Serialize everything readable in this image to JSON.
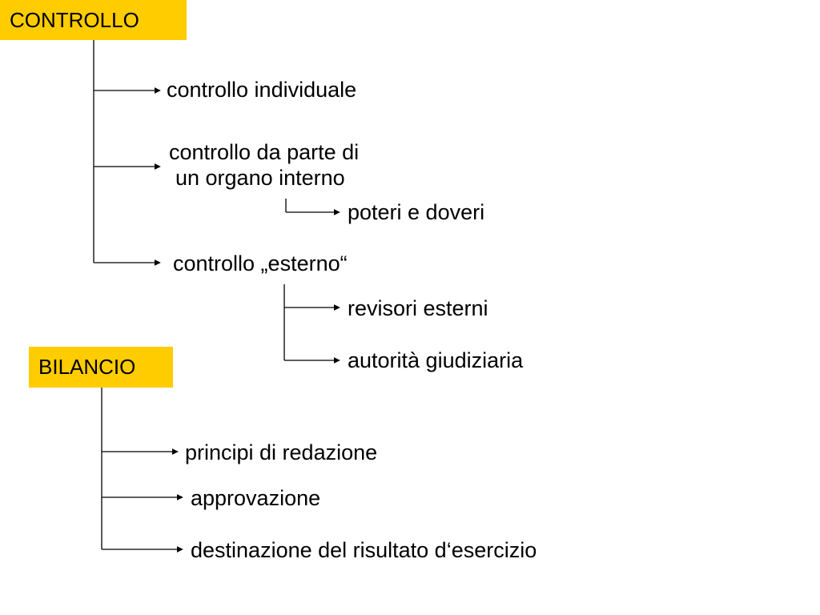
{
  "colors": {
    "heading_fill": "#ffcc00",
    "text": "#000000",
    "lines": "#000000"
  },
  "sections": [
    {
      "title": "CONTROLLO",
      "items": [
        {
          "label": "controllo individuale"
        },
        {
          "label_lines": [
            "controllo da parte di",
            "un organo interno"
          ],
          "children": [
            "poteri e doveri"
          ]
        },
        {
          "label": "controllo „esterno“",
          "children": [
            "revisori esterni",
            "autorità giudiziaria"
          ]
        }
      ]
    },
    {
      "title": "BILANCIO",
      "items": [
        {
          "label": "principi di redazione"
        },
        {
          "label": "approvazione"
        },
        {
          "label": "destinazione del risultato d‘esercizio"
        }
      ]
    }
  ]
}
